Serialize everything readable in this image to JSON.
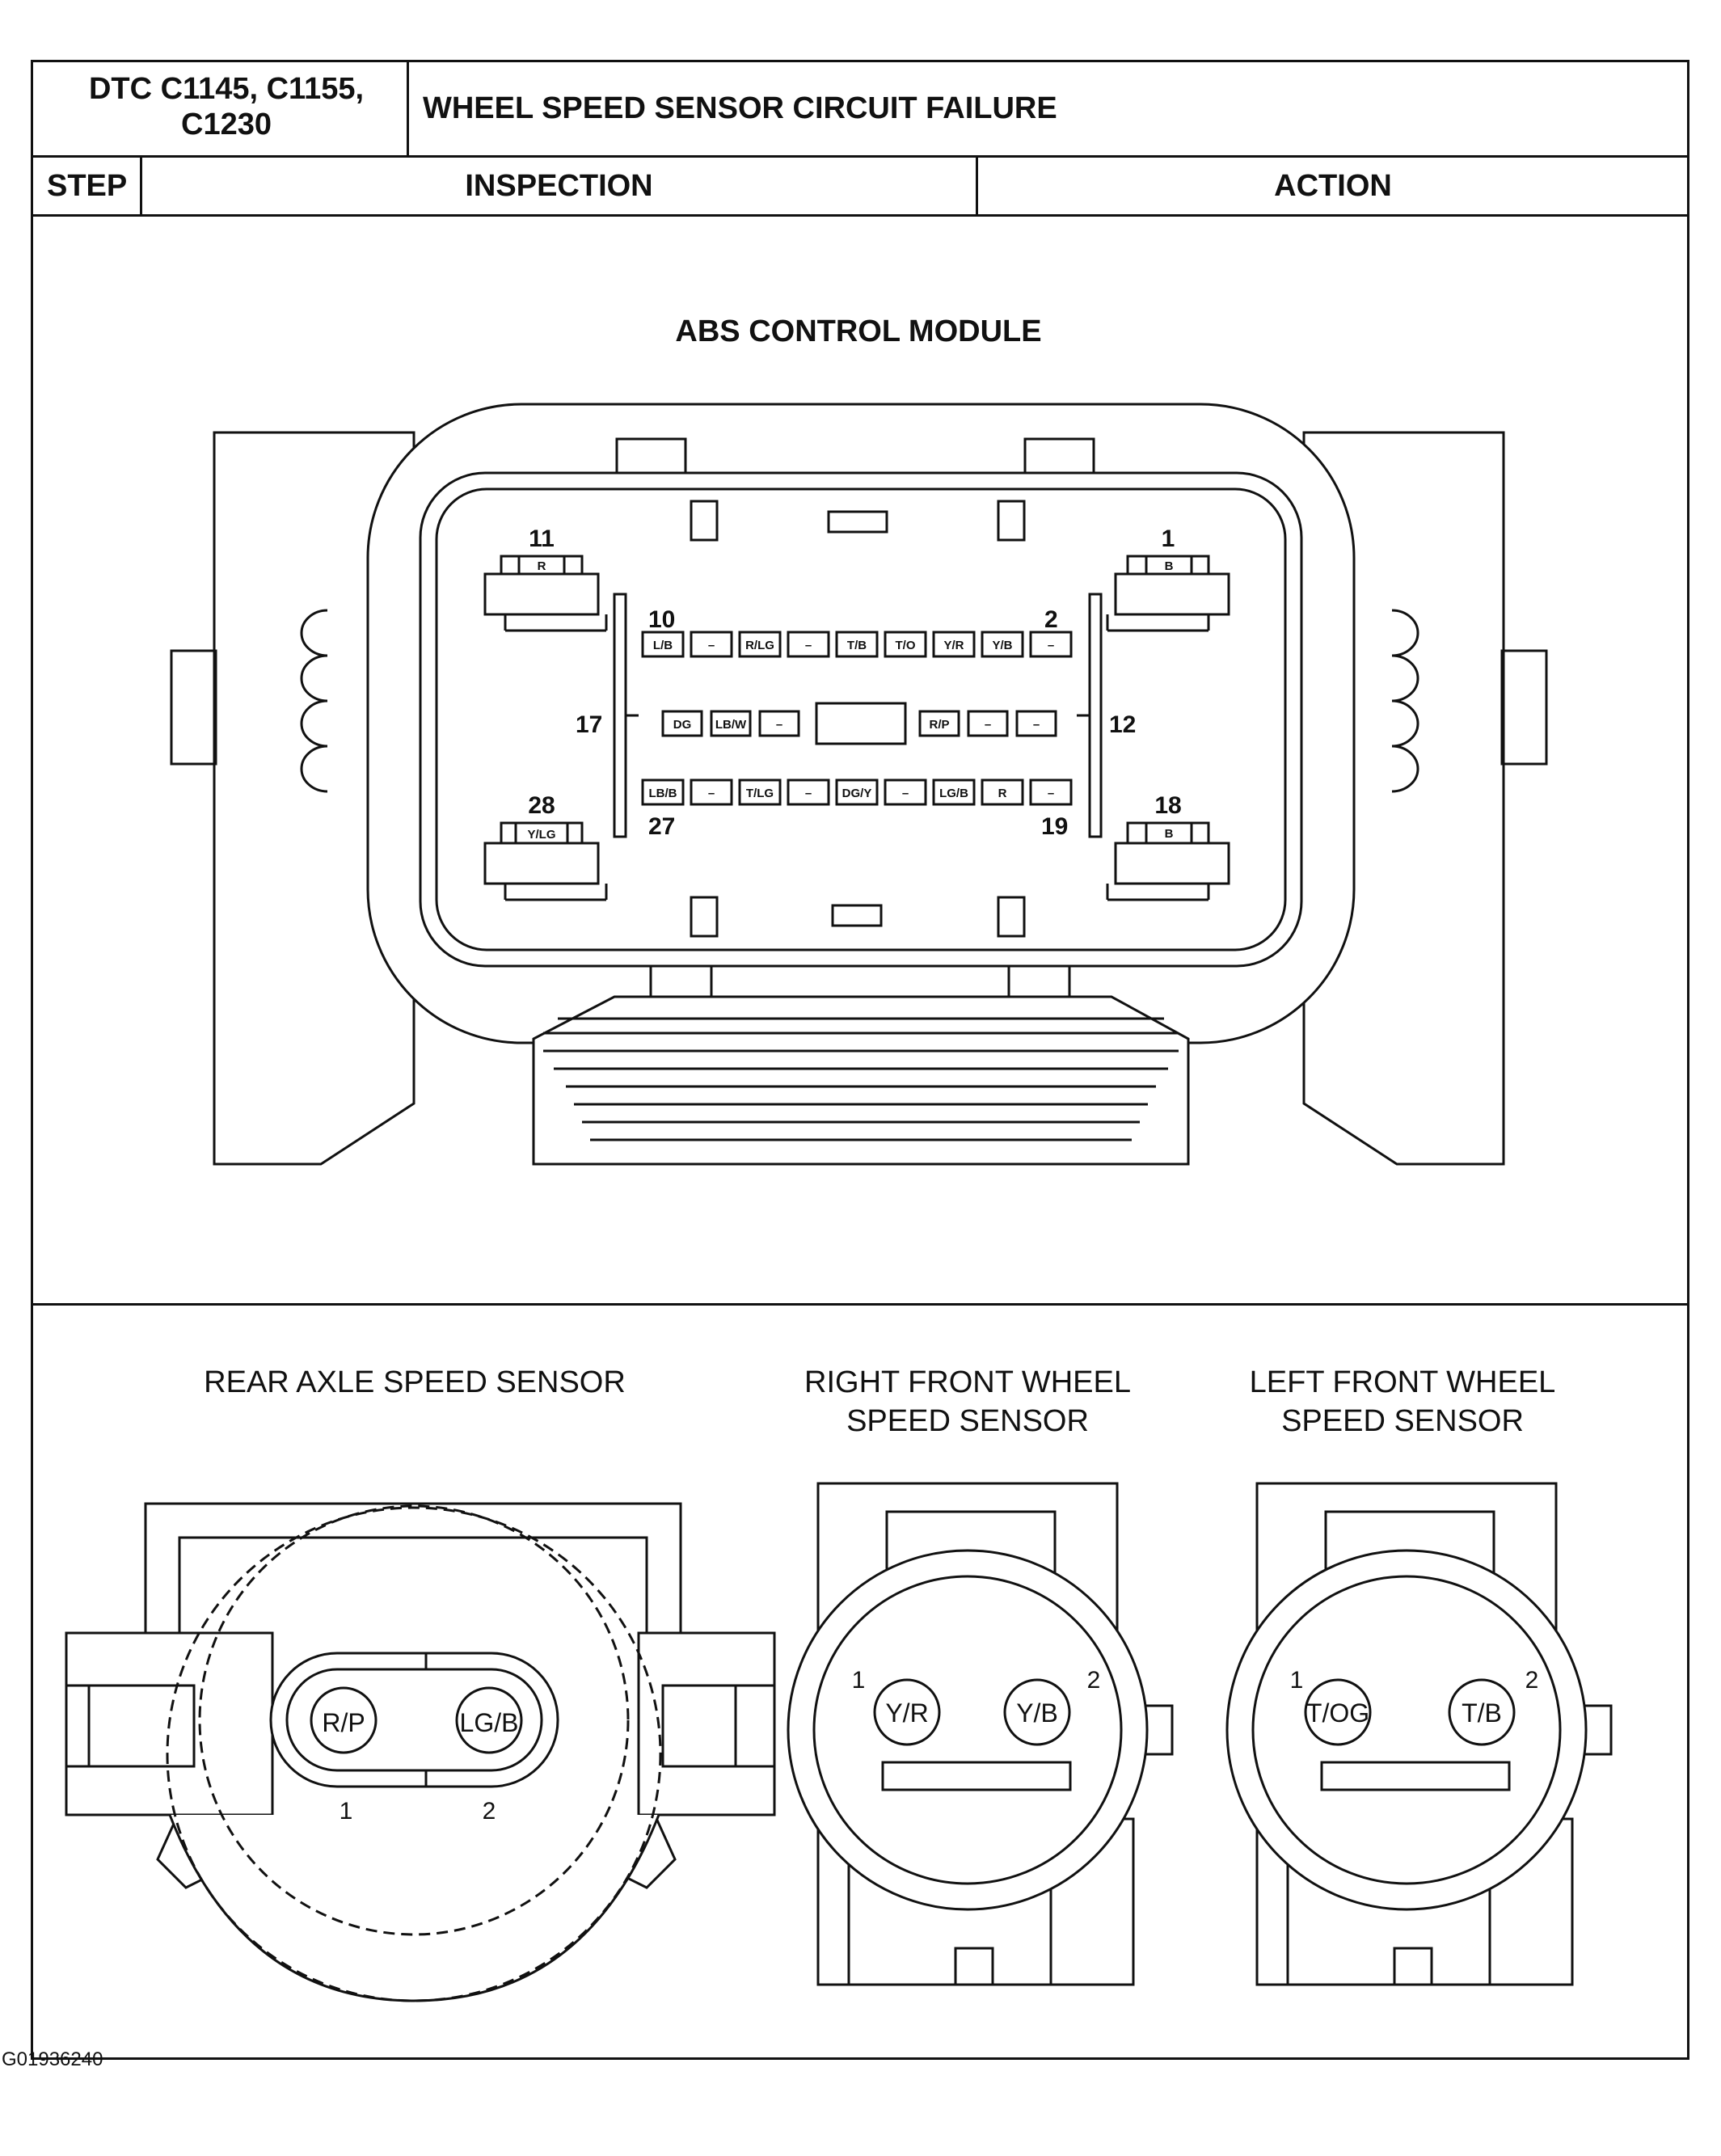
{
  "header": {
    "dtc": "DTC C1145, C1155, C1230",
    "dtc_line1": "DTC C1145, C1155,",
    "dtc_line2": "C1230",
    "title": "WHEEL SPEED SENSOR CIRCUIT FAILURE",
    "col_step": "STEP",
    "col_inspection": "INSPECTION",
    "col_action": "ACTION"
  },
  "abs_module": {
    "title": "ABS CONTROL MODULE",
    "big_pins": {
      "p11": {
        "num": "11",
        "wire": "R"
      },
      "p1": {
        "num": "1",
        "wire": "B"
      },
      "p28": {
        "num": "28",
        "wire": "Y/LG"
      },
      "p18": {
        "num": "18",
        "wire": "B"
      }
    },
    "row_labels": {
      "r1_left": "10",
      "r1_right": "2",
      "r2_left": "17",
      "r2_right": "12",
      "r3_left": "27",
      "r3_right": "19"
    },
    "row1": [
      "L/B",
      "–",
      "R/LG",
      "–",
      "T/B",
      "T/O",
      "Y/R",
      "Y/B",
      "–"
    ],
    "row2_left": [
      "DG",
      "LB/W",
      "–"
    ],
    "row2_right": [
      "R/P",
      "–",
      "–"
    ],
    "row3": [
      "LB/B",
      "–",
      "T/LG",
      "–",
      "DG/Y",
      "–",
      "LG/B",
      "R",
      "–"
    ]
  },
  "sensors": {
    "rear": {
      "title_line1": "REAR AXLE SPEED SENSOR",
      "pin1": "R/P",
      "pin2": "LG/B",
      "num1": "1",
      "num2": "2"
    },
    "right_front": {
      "title_line1": "RIGHT FRONT WHEEL",
      "title_line2": "SPEED SENSOR",
      "pin1": "Y/R",
      "pin2": "Y/B",
      "num1": "1",
      "num2": "2"
    },
    "left_front": {
      "title_line1": "LEFT FRONT WHEEL",
      "title_line2": "SPEED SENSOR",
      "pin1": "T/OG",
      "pin2": "T/B",
      "num1": "1",
      "num2": "2"
    }
  },
  "figure_code": "G01936240"
}
